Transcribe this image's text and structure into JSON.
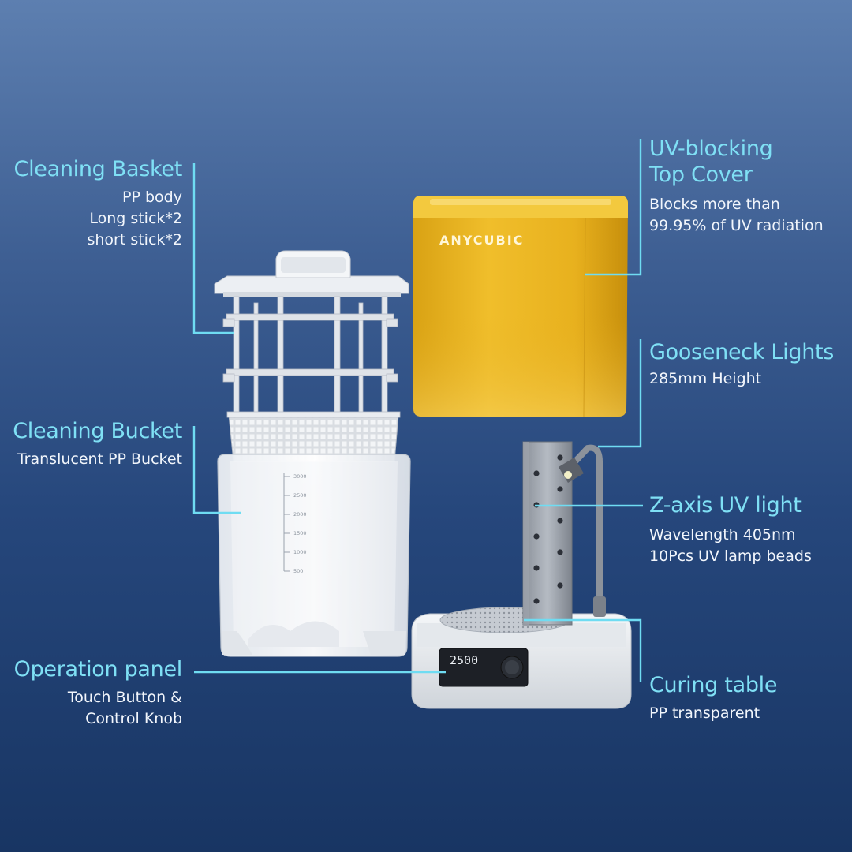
{
  "brand": {
    "logo_text": "ANYCUBIC"
  },
  "display": {
    "readout": "2500"
  },
  "bucket_scale": [
    "3000",
    "2500",
    "2000",
    "1500",
    "1000",
    "500"
  ],
  "colors": {
    "accent_cyan": "#6fdcf2",
    "cover_amber": "#e6b21c"
  },
  "labels": {
    "cleaning_basket": {
      "title": "Cleaning Basket",
      "lines": [
        "PP body",
        "Long stick*2",
        "short stick*2"
      ]
    },
    "cleaning_bucket": {
      "title": "Cleaning Bucket",
      "lines": [
        "Translucent PP Bucket"
      ]
    },
    "operation_panel": {
      "title": "Operation panel",
      "lines": [
        "Touch Button &",
        "Control Knob"
      ]
    },
    "top_cover": {
      "title_lines": [
        "UV-blocking",
        "Top Cover"
      ],
      "lines": [
        "Blocks more than",
        "99.95% of UV radiation"
      ]
    },
    "gooseneck_lights": {
      "title": "Gooseneck Lights",
      "lines": [
        "285mm Height"
      ]
    },
    "z_axis_light": {
      "title": "Z-axis UV light",
      "lines": [
        "Wavelength 405nm",
        "10Pcs UV lamp beads"
      ]
    },
    "curing_table": {
      "title": "Curing table",
      "lines": [
        "PP transparent"
      ]
    }
  }
}
